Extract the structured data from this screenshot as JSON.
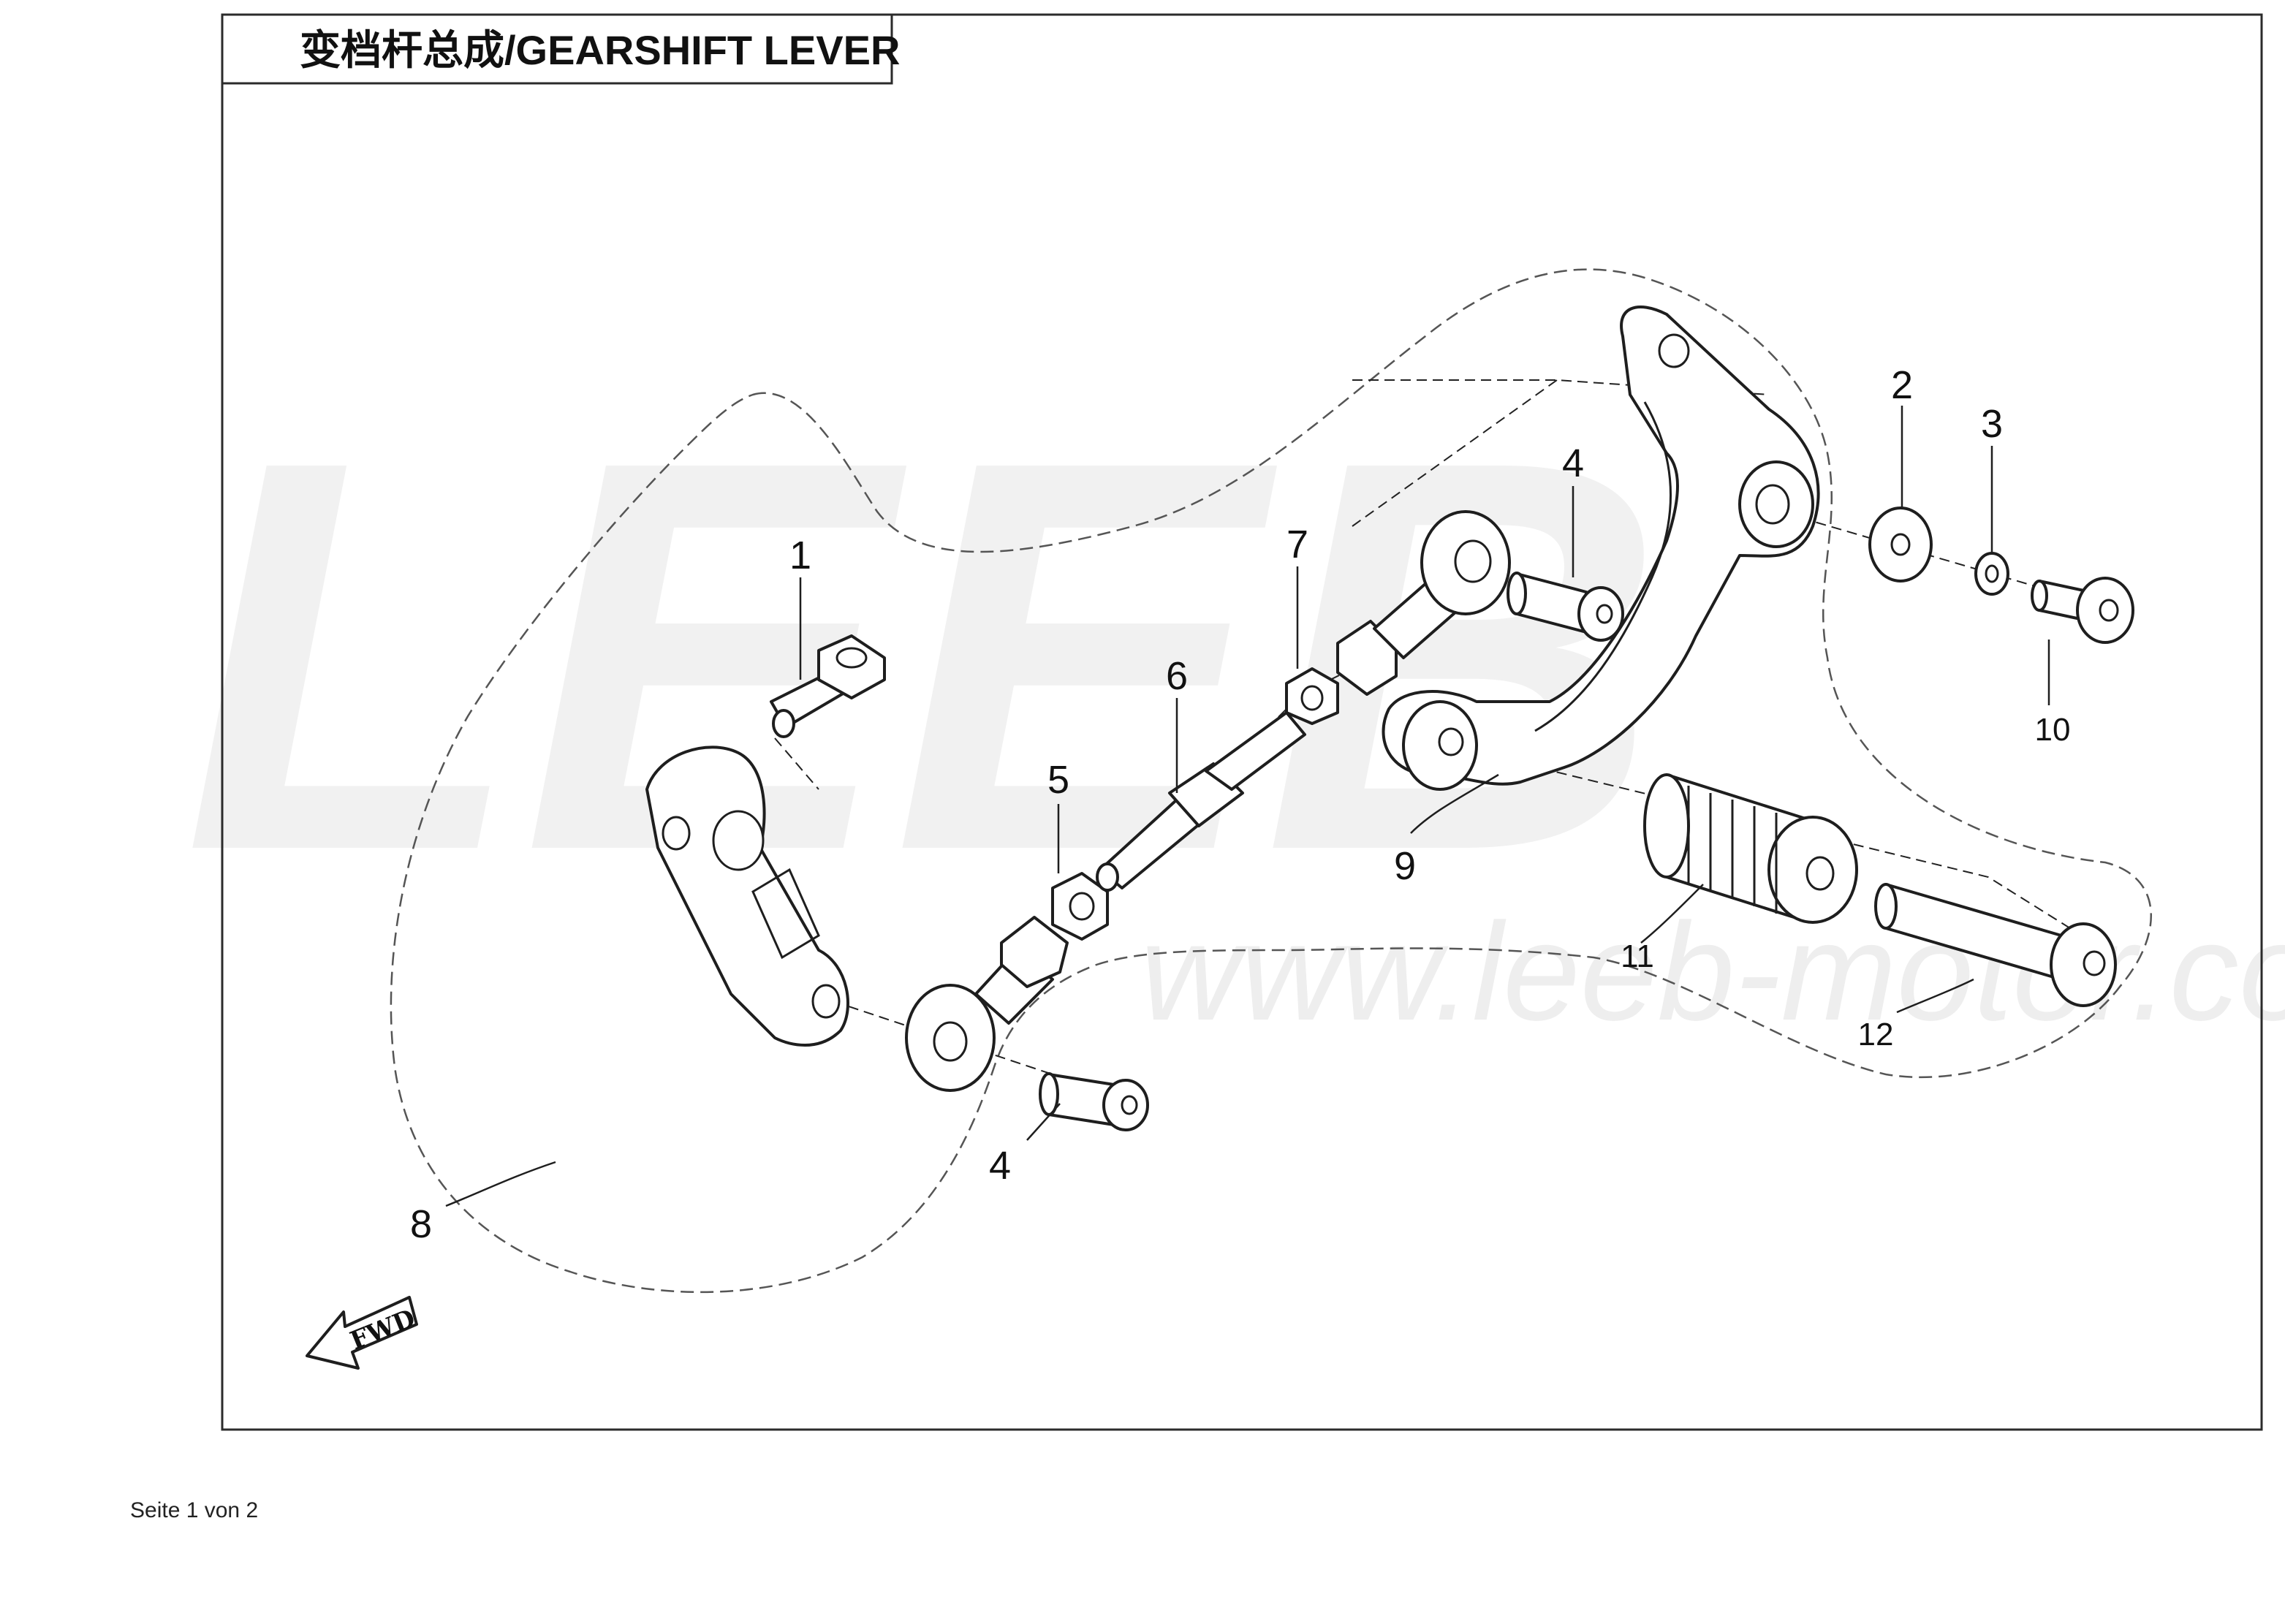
{
  "diagram": {
    "title": "变档杆总成/GEARSHIFT LEVER",
    "watermark": {
      "letters": "LEEB",
      "url": "www.leeb-motor.com"
    },
    "fwd_label": "FWD",
    "callouts": {
      "c1": "1",
      "c2": "2",
      "c3": "3",
      "c4_top": "4",
      "c4_bottom": "4",
      "c5": "5",
      "c6": "6",
      "c7": "7",
      "c8": "8",
      "c9": "9",
      "c10": "10",
      "c11": "11",
      "c12": "12"
    }
  },
  "footer": {
    "page_label": "Seite 1 von 2"
  }
}
